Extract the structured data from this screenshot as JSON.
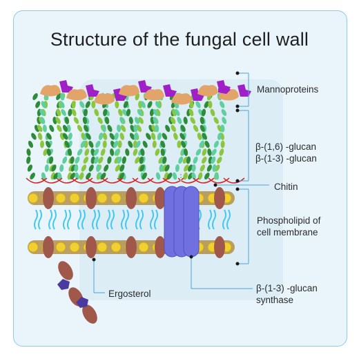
{
  "title": "Structure of the fungal cell wall",
  "labels": {
    "mannoproteins": "Mannoproteins",
    "glucan_16": "β-(1,6) -glucan",
    "glucan_13": "β-(1-3) -glucan",
    "chitin": "Chitin",
    "phospholipid_1": "Phospholipid of",
    "phospholipid_2": "cell membrane",
    "ergosterol": "Ergosterol",
    "synthase_1": "β-(1-3) -glucan",
    "synthase_2": "synthase"
  },
  "colors": {
    "card_bg": "#eaf5fb",
    "card_border": "#8cc9ea",
    "mannose_purple": "#a020c8",
    "protein_tan": "#e3a46a",
    "glucan_dark_green": "#2e8b3a",
    "glucan_light_green": "#8cc63f",
    "glucan_teal": "#5fcfa0",
    "chitin_red": "#d62020",
    "lipid_head_yellow": "#f0d030",
    "ergosterol_brown": "#a0584a",
    "synthase_blue": "#7070e0",
    "tail_cyan": "#40c8f0",
    "leader_line": "#4aa3d8"
  }
}
